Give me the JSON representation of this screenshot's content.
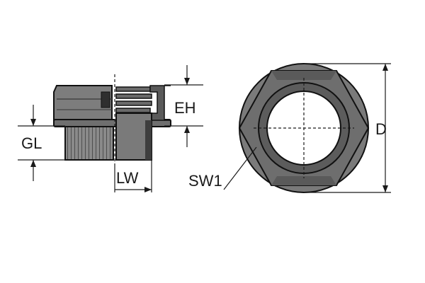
{
  "labels": {
    "eh": "EH",
    "gl": "GL",
    "lw": "LW",
    "sw1": "SW1",
    "d": "D"
  },
  "colors": {
    "body_fill": "#7a7a7a",
    "body_dark": "#4a4a4a",
    "body_light": "#a8a8a8",
    "line": "#1a1a1a",
    "bore": "#ffffff"
  }
}
